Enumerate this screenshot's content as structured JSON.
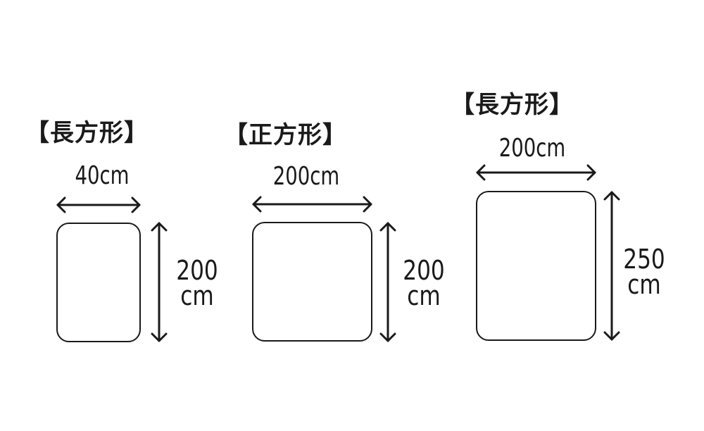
{
  "shapes": [
    {
      "title": "【長方形】",
      "width_label": "40cm",
      "height_value": "200",
      "height_unit": "cm"
    },
    {
      "title": "【正方形】",
      "width_label": "200cm",
      "height_value": "200",
      "height_unit": "cm"
    },
    {
      "title": "【長方形】",
      "width_label": "200cm",
      "height_value": "250",
      "height_unit": "cm"
    }
  ],
  "colors": {
    "stroke": "#1a1a1a",
    "background": "#ffffff"
  }
}
